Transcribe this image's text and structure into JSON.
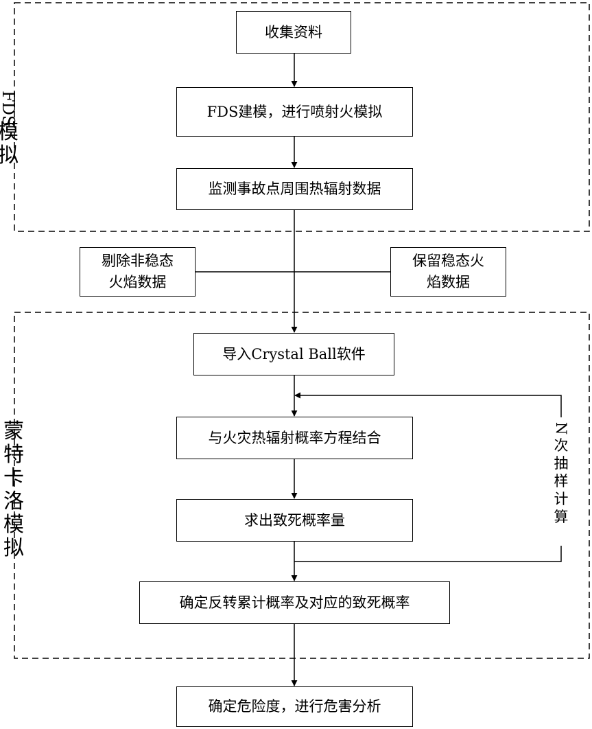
{
  "groups": {
    "fds": {
      "label_line1": "FDS",
      "label_line2": "模",
      "label_line3": "拟"
    },
    "monte_carlo": {
      "chars": [
        "蒙",
        "特",
        "卡",
        "洛",
        "模",
        "拟"
      ]
    }
  },
  "nodes": {
    "collect": "收集资料",
    "fds_model": "FDS建模，进行喷射火模拟",
    "monitor": "监测事故点周围热辐射数据",
    "remove_unsteady_l1": "剔除非稳态",
    "remove_unsteady_l2": "火焰数据",
    "keep_steady_l1": "保留稳态火",
    "keep_steady_l2": "焰数据",
    "import_cb": "导入Crystal Ball软件",
    "combine": "与火灾热辐射概率方程结合",
    "lethal": "求出致死概率量",
    "determine": "确定反转累计概率及对应的致死概率",
    "risk": "确定危险度，进行危害分析"
  },
  "loop_label": {
    "n": "N",
    "chars": [
      "次",
      "抽",
      "样",
      "计",
      "算"
    ]
  }
}
